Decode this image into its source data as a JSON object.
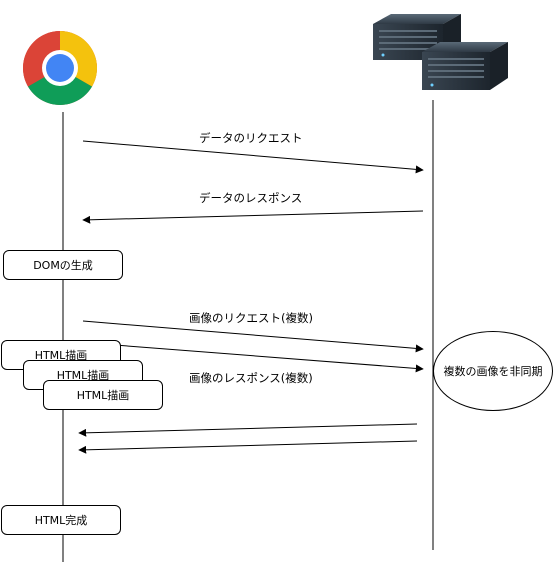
{
  "diagram": {
    "messages": {
      "data_request": "データのリクエスト",
      "data_response": "データのレスポンス",
      "image_request": "画像のリクエスト(複数)",
      "image_response": "画像のレスポンス(複数)"
    },
    "boxes": {
      "dom_generation": "DOMの生成",
      "html_render_1": "HTML描画",
      "html_render_2": "HTML描画",
      "html_render_3": "HTML描画",
      "html_complete": "HTML完成"
    },
    "server_note": "複数の画像を非同期",
    "icons": {
      "client": "chrome-browser-icon",
      "server": "server-rack-icon"
    },
    "colors": {
      "chrome_red": "#db4437",
      "chrome_yellow": "#f4c20d",
      "chrome_green": "#0f9d58",
      "chrome_blue": "#4285f4",
      "server_body": "#2b3540"
    }
  }
}
